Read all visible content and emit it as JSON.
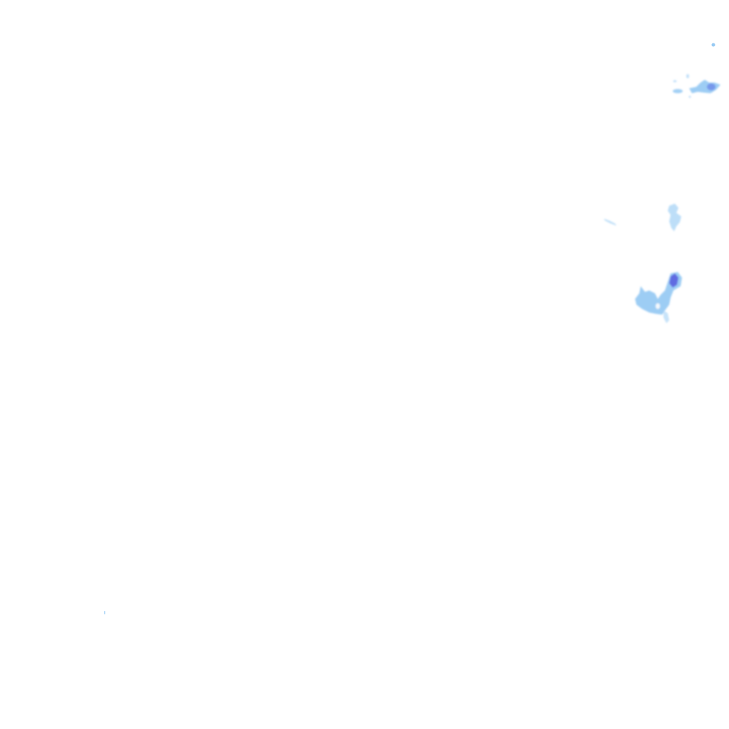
{
  "layer": {
    "type": "precipitation-radar-overlay",
    "background": "#ffffff",
    "palette": {
      "light": "#b9dcf8",
      "moderate": "#8cc4f2",
      "heavy": "#6f8cea",
      "core": "#5a63e0"
    }
  },
  "cells": [
    {
      "id": "ne-cluster",
      "intensity": "moderate"
    },
    {
      "id": "ne-speck",
      "intensity": "moderate"
    },
    {
      "id": "east-mid-cell",
      "intensity": "light"
    },
    {
      "id": "east-streak",
      "intensity": "light"
    },
    {
      "id": "east-main-cell",
      "intensity": "moderate"
    },
    {
      "id": "east-main-core",
      "intensity": "core"
    },
    {
      "id": "sw-speck",
      "intensity": "light"
    }
  ]
}
